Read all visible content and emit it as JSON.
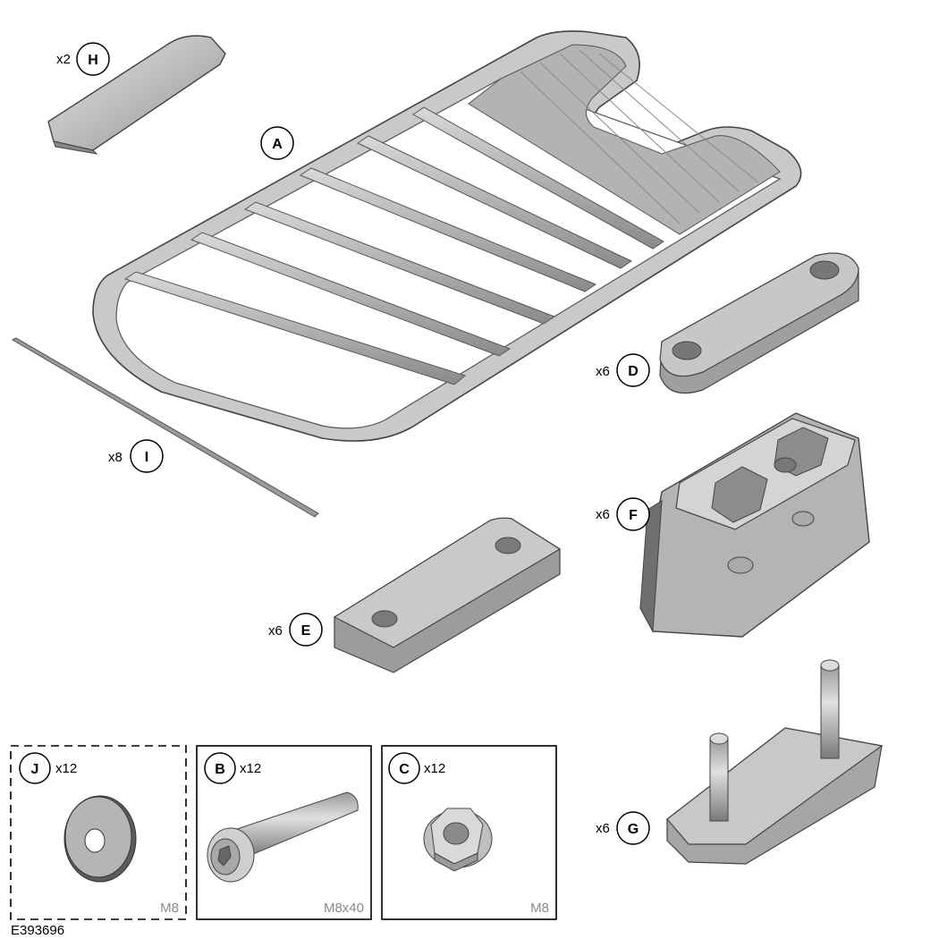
{
  "parts": {
    "A": {
      "label": "A"
    },
    "B": {
      "label": "B",
      "qty": "x12",
      "size": "M8x40"
    },
    "C": {
      "label": "C",
      "qty": "x12",
      "size": "M8"
    },
    "D": {
      "label": "D",
      "qty": "x6"
    },
    "E": {
      "label": "E",
      "qty": "x6"
    },
    "F": {
      "label": "F",
      "qty": "x6"
    },
    "G": {
      "label": "G",
      "qty": "x6"
    },
    "H": {
      "label": "H",
      "qty": "x2"
    },
    "I": {
      "label": "I",
      "qty": "x8"
    },
    "J": {
      "label": "J",
      "qty": "x12",
      "size": "M8"
    }
  },
  "reference_code": "E393696",
  "colors": {
    "part_fill": "#c4c4c4",
    "part_dark": "#8e8e8e",
    "part_light": "#e2e2e2",
    "outline": "#333333",
    "size_text": "#8a8a8a"
  }
}
